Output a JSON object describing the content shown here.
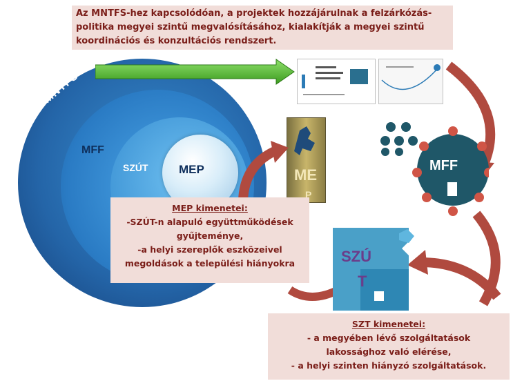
{
  "top_caption": {
    "line1": "Az MNTFS-hez kapcsolódóan, a projektek hozzájárulnak a felzárkózás-",
    "line2": "politika megyei szintű megvalósításához, kialakítják a megyei szintű",
    "line3": "koordinációs és konzultációs rendszert."
  },
  "circles": {
    "outer": "MNTFS",
    "second": "MFF",
    "third": "SZÚT",
    "inner": "MEP"
  },
  "book": {
    "label": "ME",
    "label2": "P"
  },
  "mff_group": {
    "label": "MFF"
  },
  "puzzle": {
    "label_top": "SZÚ",
    "label_bottom": "T"
  },
  "mep_output": {
    "title": "MEP kimenetei:",
    "line1": "-SZÚT-n alapuló együttműködések",
    "line2": "gyűjteménye,",
    "line3": "-a helyi szereplők eszközeivel",
    "line4": "megoldások a települési hiányokra"
  },
  "szt_output": {
    "title": "SZT kimenetei:",
    "line1": "- a megyében lévő szolgáltatások",
    "line2": "lakossághoz való elérése,",
    "line3": "- a helyi szinten hiányzó szolgáltatások."
  },
  "colors": {
    "caption_bg": "#f1ddd9",
    "caption_text": "#7a1d18",
    "arrow_green": "#4caf2a",
    "arrow_red": "#b04a3f",
    "dark_teal": "#1f5768"
  }
}
